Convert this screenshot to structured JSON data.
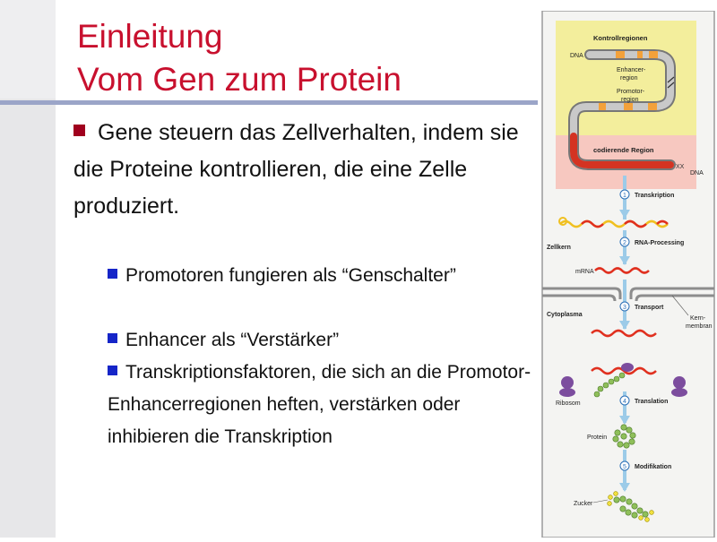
{
  "slide": {
    "title_line1": "Einleitung",
    "title_line2": "Vom Gen zum Protein",
    "main_bullet": "Gene steuern das Zellverhalten, indem sie die Proteine kontrollieren, die eine Zelle produziert.",
    "sub_bullets": [
      "Promotoren fungieren als “Genschalter”",
      "Enhancer als “Verstärker”",
      "Transkriptionsfaktoren, die sich an die Promotor-Enhancerregionen heften, verstärken oder inhibieren die Transkription"
    ]
  },
  "figure": {
    "control_regions": "Kontrollregionen",
    "dna_top": "DNA",
    "enhancer_1": "Enhancer-",
    "enhancer_2": "region",
    "promoter_1": "Promotor-",
    "promoter_2": "region",
    "coding_region": "codierende Region",
    "dna_bottom": "DNA",
    "steps": [
      {
        "num": "1",
        "label": "Transkription"
      },
      {
        "num": "2",
        "label": "RNA-Processing"
      },
      {
        "num": "3",
        "label": "Transport"
      },
      {
        "num": "4",
        "label": "Translation"
      },
      {
        "num": "5",
        "label": "Modifikation"
      }
    ],
    "nucleus": "Zellkern",
    "mrna": "mRNA",
    "cytoplasm": "Cytoplasma",
    "membrane_1": "Kern-",
    "membrane_2": "membran",
    "ribosome": "Ribosom",
    "protein": "Protein",
    "sugar": "Zucker"
  },
  "colors": {
    "title": "#c8102e",
    "bullet_main": "#a0001e",
    "bullet_sub": "#1525c8",
    "rule": "#9ba5c8",
    "control_bg": "#f3ee9c",
    "coding_bg": "#f7c8c0"
  }
}
